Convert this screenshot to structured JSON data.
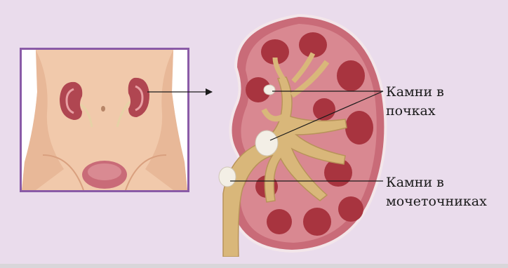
{
  "labels": {
    "kidney_stones": {
      "line1": "Камни в",
      "line2": "почках"
    },
    "ureter_stones": {
      "line1": "Камни в",
      "line2": "мочеточниках"
    }
  },
  "colors": {
    "background": "#eadcec",
    "frame_border": "#8a5ba7",
    "kidney_tissue": "#c96b78",
    "pyramid": "#a8343f",
    "collecting_system": "#d9b77a",
    "stone": "#f3efe6"
  }
}
